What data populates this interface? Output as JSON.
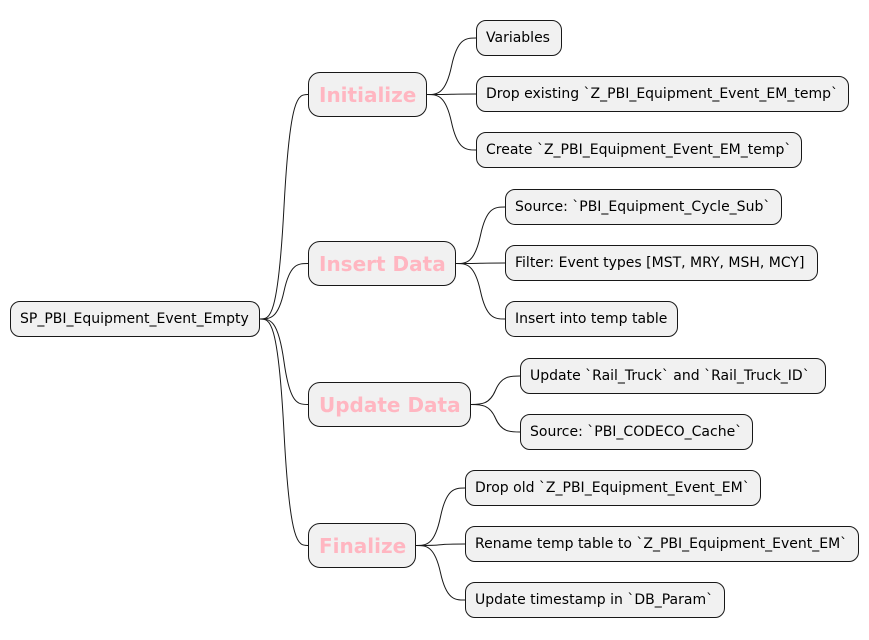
{
  "mindmap": {
    "root": "SP_PBI_Equipment_Event_Empty",
    "accent_color": "#FFB6C1",
    "branches": [
      {
        "label": "Initialize",
        "children": [
          "Variables",
          "Drop existing `Z_PBI_Equipment_Event_EM_temp`",
          "Create `Z_PBI_Equipment_Event_EM_temp`"
        ]
      },
      {
        "label": "Insert Data",
        "children": [
          "Source: `PBI_Equipment_Cycle_Sub`",
          "Filter: Event types [MST, MRY, MSH, MCY]",
          "Insert into temp table"
        ]
      },
      {
        "label": "Update Data",
        "children": [
          "Update `Rail_Truck` and `Rail_Truck_ID`",
          "Source: `PBI_CODECO_Cache`"
        ]
      },
      {
        "label": "Finalize",
        "children": [
          "Drop old `Z_PBI_Equipment_Event_EM`",
          "Rename temp table to `Z_PBI_Equipment_Event_EM`",
          "Update timestamp in `DB_Param`"
        ]
      }
    ]
  }
}
